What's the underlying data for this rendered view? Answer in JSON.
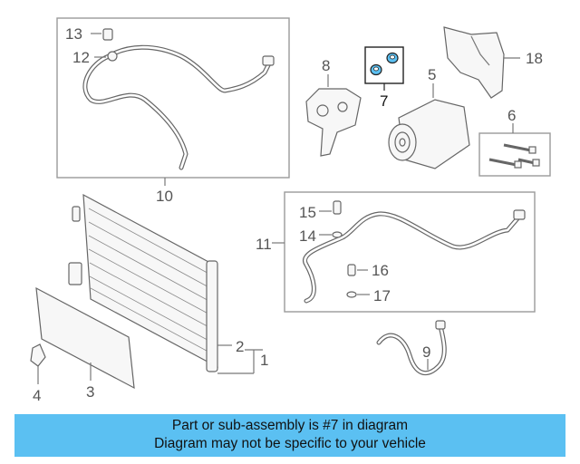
{
  "callouts": {
    "c1": "1",
    "c2": "2",
    "c3": "3",
    "c4": "4",
    "c5": "5",
    "c6": "6",
    "c7": "7",
    "c8": "8",
    "c9": "9",
    "c10": "10",
    "c11": "11",
    "c12": "12",
    "c13": "13",
    "c14": "14",
    "c15": "15",
    "c16": "16",
    "c17": "17",
    "c18": "18"
  },
  "highlighted_part": "7",
  "colors": {
    "banner": "#5bc0f2",
    "highlight": "#5bc0f2",
    "line": "#666666"
  },
  "banner": {
    "line1": "Part or sub-assembly is #7 in diagram",
    "line2": "Diagram may not be specific to your vehicle"
  }
}
